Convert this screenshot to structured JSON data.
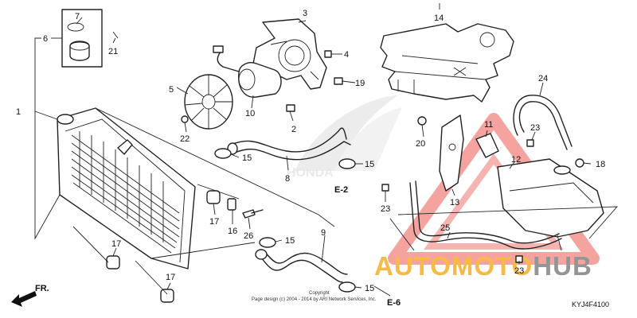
{
  "callouts": {
    "c1": "1",
    "c2": "2",
    "c3": "3",
    "c4": "4",
    "c5": "5",
    "c6": "6",
    "c7": "7",
    "c8": "8",
    "c9": "9",
    "c10": "10",
    "c11": "11",
    "c12": "12",
    "c13": "13",
    "c14": "14",
    "c15a": "15",
    "c15b": "15",
    "c15c": "15",
    "c15d": "15",
    "c16": "16",
    "c17a": "17",
    "c17b": "17",
    "c17c": "17",
    "c18": "18",
    "c19": "19",
    "c20": "20",
    "c21": "21",
    "c22": "22",
    "c23a": "23",
    "c23b": "23",
    "c23c": "23",
    "c24": "24",
    "c25": "25",
    "c26": "26"
  },
  "refs": {
    "e2": "E-2",
    "e6": "E-6",
    "fr": "FR."
  },
  "copyright": {
    "line1": "Copyright",
    "line2": "Page design (c) 2004 - 2014 by ARI Network Services, Inc."
  },
  "diagram_code": "KYJ4F4100",
  "watermark": {
    "part1": "AUTOMOTO",
    "part2": "HUB",
    "color1": "#f5b335",
    "color2": "#8a8a8a",
    "triangle_color": "#e8453c"
  },
  "brand_logo": "HONDA"
}
